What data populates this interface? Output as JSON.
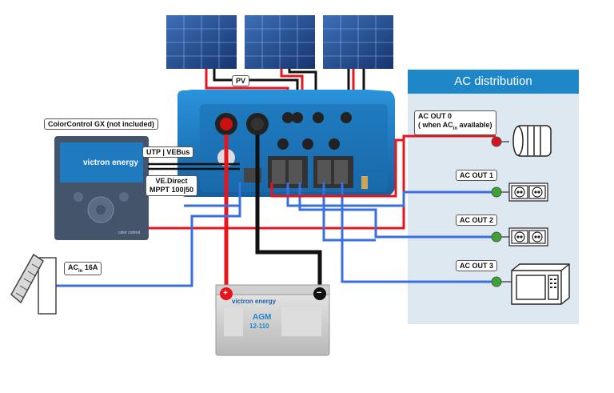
{
  "title_labels": {
    "pv": "PV",
    "color_control": "ColorControl GX (not included)",
    "utp_vebus": "UTP | VEBus",
    "vedirect_line1": "VE.Direct",
    "vedirect_line2": "MPPT 100|50",
    "ac_in_prefix": "AC",
    "ac_in_sub": "in",
    "ac_in_suffix": " 16A"
  },
  "ac_distribution": {
    "header": "AC distribution",
    "out0_line1": "AC  OUT 0",
    "out0_line2_prefix": "( when AC",
    "out0_line2_sub": "in",
    "out0_line2_suffix": " available)",
    "out1": "AC OUT 1",
    "out2": "AC OUT 2",
    "out3": "AC OUT 3"
  },
  "device_text": {
    "gx_brand": "victron energy",
    "gx_footer": "color control",
    "battery_brand": "victron energy",
    "battery_model_line1": "AGM",
    "battery_model_line2": "12-110",
    "battery_plus": "+",
    "battery_minus": "−"
  },
  "colors": {
    "dc_positive": "#e8141c",
    "dc_negative": "#111111",
    "ac_wire": "#3a6fe0",
    "ac_neutral": "#555555",
    "inverter_blue": "#1e7bc4",
    "ac_panel_bg": "#dde8f0",
    "ac_header": "#1f87c8",
    "terminal_red": "#d3141c",
    "terminal_green": "#3aa52f"
  },
  "icons": [
    "solar-panel-icon",
    "socket-icon",
    "water-heater-icon",
    "microwave-icon",
    "shore-power-plug-icon"
  ]
}
